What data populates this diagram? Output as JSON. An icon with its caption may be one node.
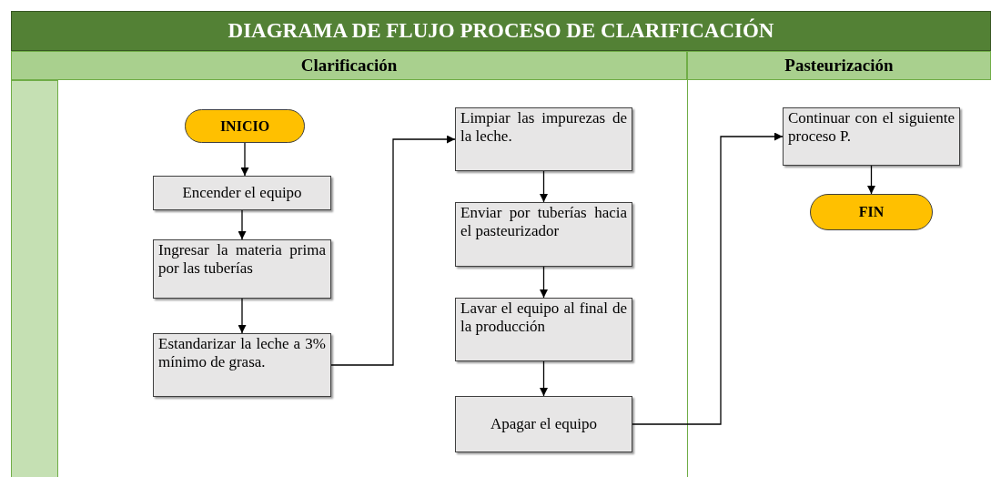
{
  "diagram": {
    "title": "DIAGRAMA DE FLUJO PROCESO DE CLARIFICACIÓN",
    "nodes": [
      {
        "text": [
          "Clarificación"
        ]
      },
      {
        "text": [
          "Pasteurización"
        ]
      },
      {
        "text": [],
        "shape": "bar"
      },
      {
        "text": [
          "INICIO"
        ]
      },
      {
        "text": [
          "Encender el equipo"
        ]
      },
      {
        "text": [
          "Ingresar la materia prima por las tuberías"
        ]
      },
      {
        "text": [
          "Estandarizar la leche a 3% mínimo de grasa."
        ]
      },
      {
        "text": [
          "Limpiar las impurezas de la leche."
        ]
      },
      {
        "text": [
          "Enviar por tuberías hacia el pasteurizador"
        ]
      },
      {
        "text": [
          "Lavar el equipo al final de la producción"
        ]
      },
      {
        "text": [
          "Apagar el equipo"
        ]
      },
      {
        "text": [
          "Continuar con el siguiente proceso P."
        ]
      },
      {
        "text": [
          "FIN"
        ]
      }
    ],
    "edges": [
      {
        "from": 3,
        "to": 4,
        "arrow": "to"
      },
      {
        "from": 4,
        "to": 5,
        "arrow": "to"
      },
      {
        "from": 5,
        "to": 6,
        "arrow": "to"
      },
      {
        "from": 6,
        "to": 7,
        "arrow": "to"
      },
      {
        "from": 7,
        "to": 8,
        "arrow": "to"
      },
      {
        "from": 8,
        "to": 9,
        "arrow": "to"
      },
      {
        "from": 9,
        "to": 10,
        "arrow": "to"
      },
      {
        "from": 10,
        "to": 11,
        "arrow": "to"
      },
      {
        "from": 11,
        "to": 12,
        "arrow": "to"
      }
    ]
  }
}
